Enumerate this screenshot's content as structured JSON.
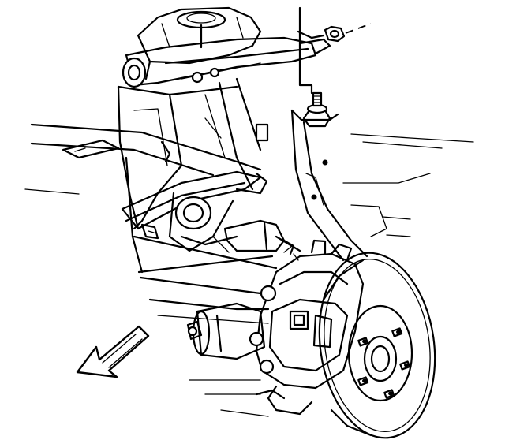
{
  "figure": {
    "components": [
      "upper-control-arm",
      "coil-spring-tower",
      "frame-rail",
      "lower-control-arm",
      "steering-knuckle",
      "upper-ball-joint",
      "ball-joint-nut",
      "brake-rotor",
      "wheel-hub",
      "brake-caliper",
      "tie-rod",
      "shock-absorber"
    ],
    "colors": {
      "ink": "#000000",
      "paper": "#ffffff"
    },
    "icons": [
      "front-direction-arrow-icon",
      "outline-arrow-icon"
    ]
  }
}
